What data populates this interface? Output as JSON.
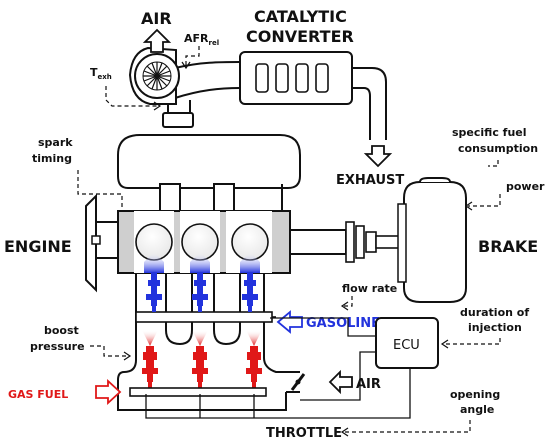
{
  "labels": {
    "air_top": "AIR",
    "afr": "AFR",
    "afr_sub": "rel",
    "texh": "T",
    "texh_sub": "exh",
    "catalytic": "CATALYTIC",
    "converter": "CONVERTER",
    "spark": "spark",
    "timing": "timing",
    "specific": "specific fuel",
    "consumption": "consumption",
    "exhaust": "EXHAUST",
    "power": "power",
    "engine": "ENGINE",
    "brake": "BRAKE",
    "flow_rate": "flow rate",
    "gasoline": "GASOLINE",
    "duration1": "duration of",
    "duration2": "injection",
    "ecu": "ECU",
    "boost1": "boost",
    "boost2": "pressure",
    "gas_fuel": "GAS FUEL",
    "air_right": "AIR",
    "opening1": "opening",
    "opening2": "angle",
    "throttle": "THROTTLE"
  },
  "colors": {
    "gasoline": "#2233dd",
    "gas_fuel": "#e01818",
    "engine_block": "#cfcfcf",
    "outline": "#111111"
  },
  "icons": [
    "up-arrow-icon",
    "down-arrow-icon",
    "right-arrow-icon",
    "left-arrow-icon",
    "turbine-icon",
    "spray-icon",
    "throttle-valve-icon"
  ]
}
